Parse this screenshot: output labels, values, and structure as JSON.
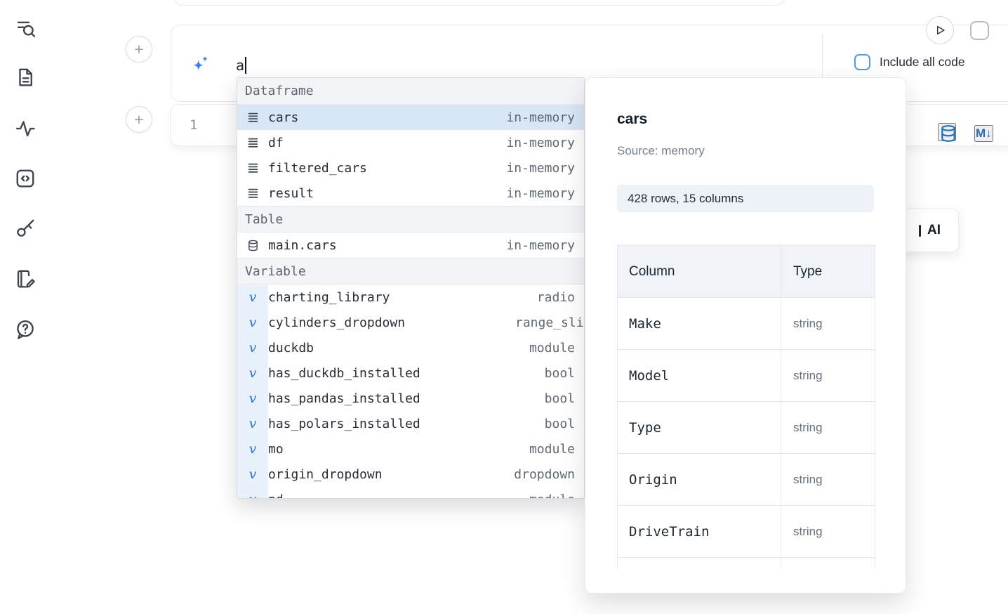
{
  "sidebar": {
    "icons": [
      "search-panel-icon",
      "docs-panel-icon",
      "tracing-panel-icon",
      "snippets-panel-icon",
      "secrets-panel-icon",
      "scratchpad-panel-icon",
      "chat-help-panel-icon"
    ]
  },
  "icons": {
    "add_cell": "+",
    "markdown": "M↓",
    "colors": {
      "accent_blue": "#3b7ff2",
      "icon_blue": "#2a6cc0",
      "checkbox_blue": "#47a0ee"
    }
  },
  "ai_cell": {
    "prompt_value": "a",
    "include_all_code": "Include all code"
  },
  "code_cell": {
    "line_number": "1"
  },
  "ai_button": {
    "visible_label": "AI"
  },
  "autocomplete": {
    "sections": [
      {
        "label": "Dataframe",
        "items": [
          {
            "name": "cars",
            "type": "in-memory",
            "selected": true
          },
          {
            "name": "df",
            "type": "in-memory"
          },
          {
            "name": "filtered_cars",
            "type": "in-memory"
          },
          {
            "name": "result",
            "type": "in-memory"
          }
        ]
      },
      {
        "label": "Table",
        "items": [
          {
            "name": "main.cars",
            "type": "in-memory"
          }
        ]
      },
      {
        "label": "Variable",
        "items": [
          {
            "name": "charting_library",
            "type": "radio"
          },
          {
            "name": "cylinders_dropdown",
            "type": "range_slider"
          },
          {
            "name": "duckdb",
            "type": "module"
          },
          {
            "name": "has_duckdb_installed",
            "type": "bool"
          },
          {
            "name": "has_pandas_installed",
            "type": "bool"
          },
          {
            "name": "has_polars_installed",
            "type": "bool"
          },
          {
            "name": "mo",
            "type": "module"
          },
          {
            "name": "origin_dropdown",
            "type": "dropdown"
          },
          {
            "name": "pd",
            "type": "module"
          }
        ]
      }
    ]
  },
  "preview": {
    "title": "cars",
    "source_label": "Source: memory",
    "shape": "428 rows, 15 columns",
    "table": {
      "headers": [
        "Column",
        "Type"
      ],
      "rows": [
        [
          "Make",
          "string"
        ],
        [
          "Model",
          "string"
        ],
        [
          "Type",
          "string"
        ],
        [
          "Origin",
          "string"
        ],
        [
          "DriveTrain",
          "string"
        ]
      ]
    }
  }
}
